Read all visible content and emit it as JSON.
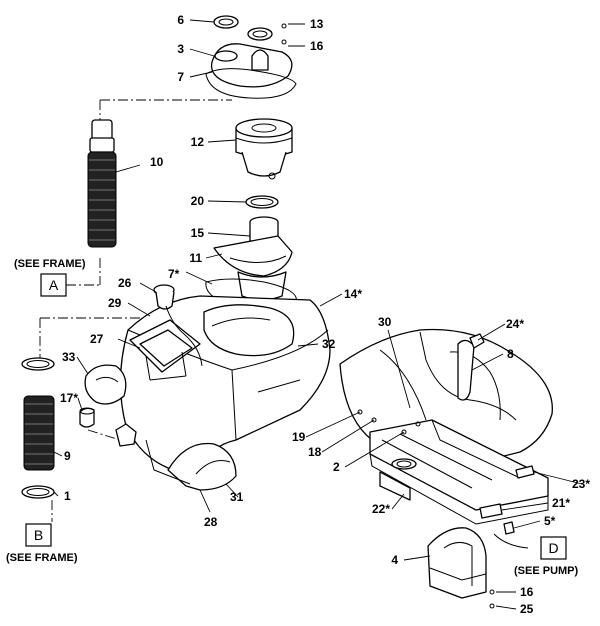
{
  "callouts": {
    "c1": "1",
    "c2": "2",
    "c3": "3",
    "c4": "4",
    "c5": "5*",
    "c6": "6",
    "c7": "7",
    "c7b": "7*",
    "c8": "8",
    "c9": "9",
    "c10": "10",
    "c11": "11",
    "c12": "12",
    "c13": "13",
    "c14": "14*",
    "c15": "15",
    "c16": "16",
    "c16b": "16",
    "c17": "17*",
    "c18": "18",
    "c19": "19",
    "c20": "20",
    "c21": "21*",
    "c22": "22*",
    "c23": "23*",
    "c24": "24*",
    "c25": "25",
    "c26": "26",
    "c27": "27",
    "c28": "28",
    "c29": "29",
    "c30": "30",
    "c31": "31",
    "c32": "32",
    "c33": "33"
  },
  "references": {
    "a_box": "A",
    "a_note": "(SEE FRAME)",
    "b_box": "B",
    "b_note": "(SEE FRAME)",
    "d_box": "D",
    "d_note": "(SEE PUMP)"
  }
}
